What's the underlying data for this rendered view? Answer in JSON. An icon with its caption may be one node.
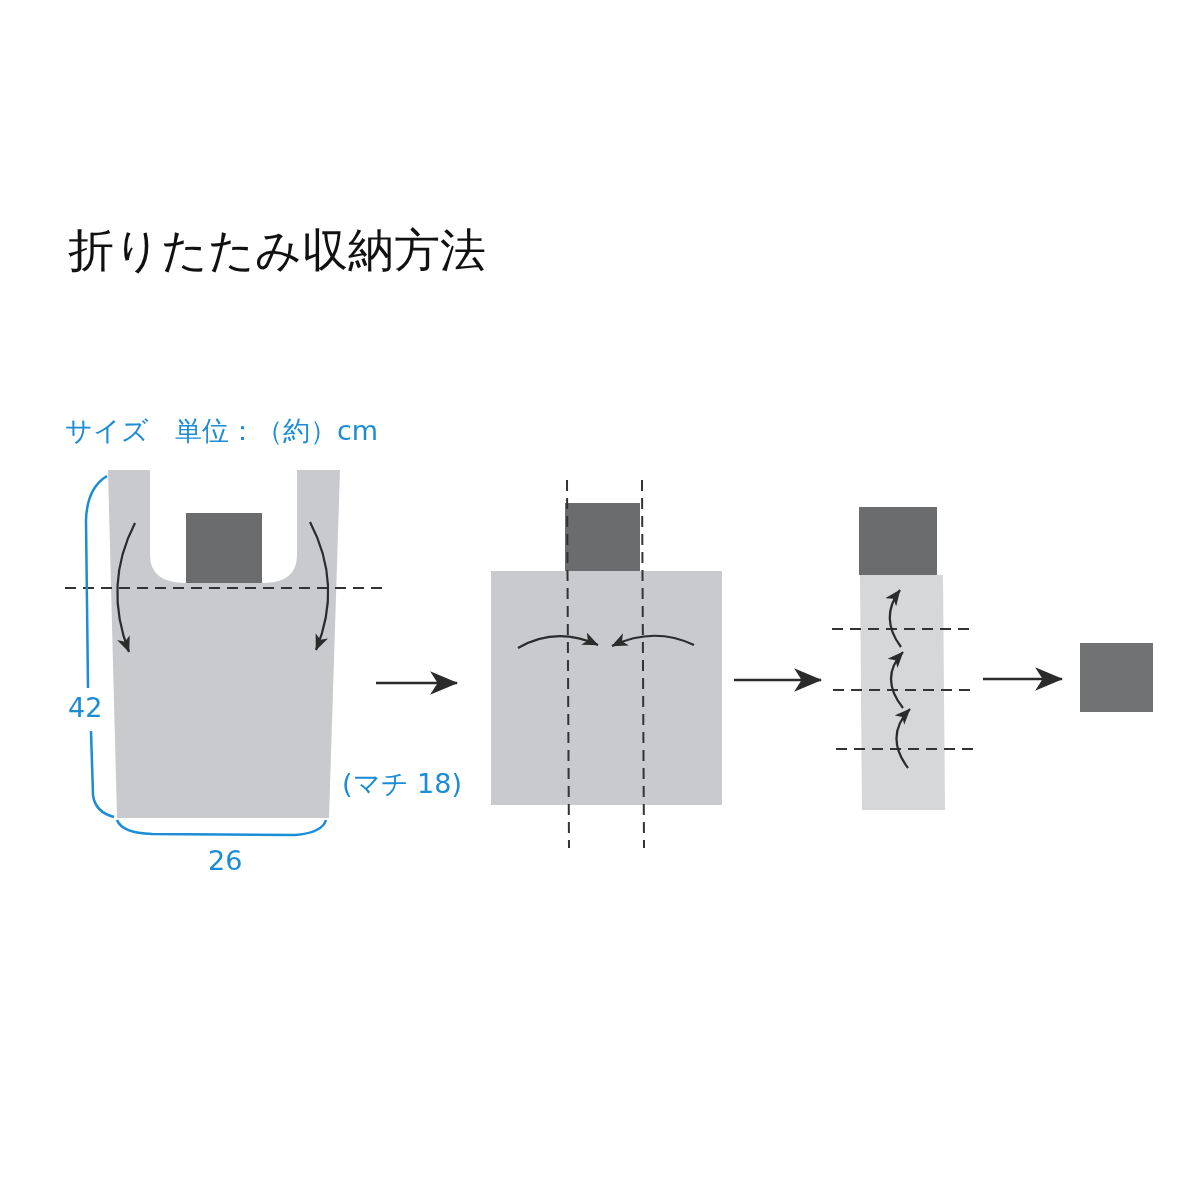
{
  "diagram": {
    "title": "折りたたみ収納方法",
    "nodes": [
      {
        "text": [],
        "shape": "picture"
      },
      {
        "text": [],
        "shape": "picture"
      },
      {
        "text": [],
        "shape": "picture"
      },
      {
        "text": [],
        "shape": "box"
      }
    ],
    "edges": [
      {
        "from": 0,
        "to": 1,
        "arrow": "to"
      },
      {
        "from": 1,
        "to": 2,
        "arrow": "to"
      },
      {
        "from": 2,
        "to": 3,
        "arrow": "to"
      }
    ],
    "labels": [
      "サイズ",
      "単位：（約）cm",
      "42",
      "(マチ 18)",
      "26"
    ]
  }
}
